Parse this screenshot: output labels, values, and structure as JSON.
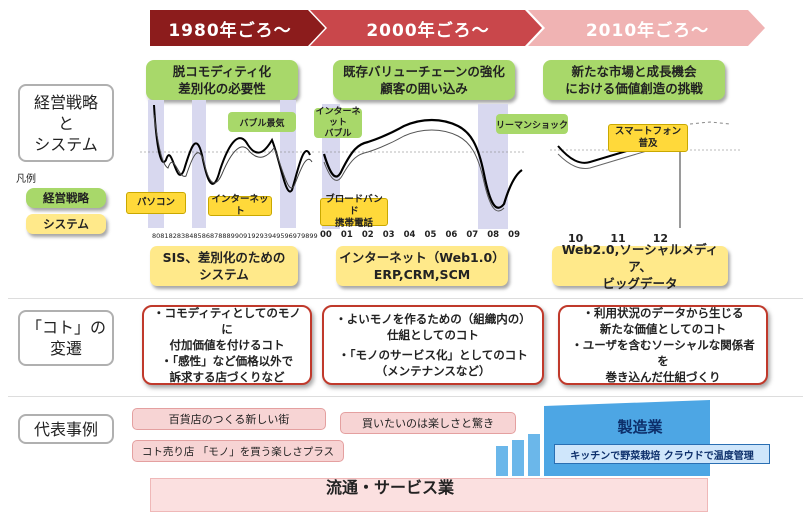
{
  "eras": [
    "1980年ごろ～",
    "2000年ごろ～",
    "2010年ごろ～"
  ],
  "rows": {
    "strategy": [
      "経営戦略",
      "と",
      "システム"
    ],
    "koto": [
      "「コト」の",
      "変遷"
    ],
    "examples": "代表事例"
  },
  "legend": {
    "title": "凡例",
    "strategy": "経営戦略",
    "system": "システム"
  },
  "strategy_boxes": [
    [
      "脱コモディティ化",
      "差別化の必要性"
    ],
    [
      "既存バリューチェーンの強化",
      "顧客の囲い込み"
    ],
    [
      "新たな市場と成長機会",
      "における価値創造の挑戦"
    ]
  ],
  "system_boxes": [
    [
      "SIS、差別化のための",
      "システム"
    ],
    [
      "インターネット（Web1.0）",
      "ERP,CRM,SCM"
    ],
    [
      "Web2.0,ソーシャルメディア、",
      "ビッグデータ"
    ]
  ],
  "chart_events": {
    "bubble": "バブル景気",
    "pc": "パソコン",
    "internet": "インターネット",
    "net_bubble": [
      "インターネット",
      "バブル"
    ],
    "broadband": [
      "ブロードバンド",
      "携帯電話"
    ],
    "lehman": "リーマンショック",
    "smartphone": [
      "スマートフォン",
      "普及"
    ]
  },
  "chart_ticks": {
    "era1": [
      "80",
      "81",
      "82",
      "83",
      "84",
      "85",
      "86",
      "87",
      "88",
      "89",
      "90",
      "91",
      "92",
      "93",
      "94",
      "95",
      "96",
      "97",
      "98",
      "99"
    ],
    "era2": [
      "00",
      "01",
      "02",
      "03",
      "04",
      "05",
      "06",
      "07",
      "08",
      "09"
    ],
    "era3": [
      "10",
      "11",
      "12"
    ]
  },
  "koto_boxes": [
    [
      "・コモディティとしてのモノに",
      "付加価値を付けるコト",
      "",
      "・「感性」など価格以外で",
      "訴求する店づくりなど"
    ],
    [
      "・よいモノを作るための（組織内の）",
      "仕組としてのコト",
      "",
      "・「モノのサービス化」としてのコト",
      "（メンテナンスなど）"
    ],
    [
      "・利用状況のデータから生じる",
      "新たな価値としてのコト",
      "",
      "・ユーザを含むソーシャルな関係者を",
      "巻き込んだ仕組づくり"
    ]
  ],
  "examples": {
    "dept_store": "百貨店のつくる新しい街",
    "koto_shop": "コト売り店 「モノ」を買う楽しさプラス",
    "wanted": "買いたいのは楽しさと驚き",
    "manufacturing": "製造業",
    "kitchen": "キッチンで野菜栽培 クラウドで温度管理",
    "retail": "流通・サービス業"
  },
  "colors": {
    "era1": "#8c1c1c",
    "era2": "#c24a4a",
    "era3": "#f2b6b6",
    "green": "#a8d86a",
    "yellow": "#ffe98a",
    "manufacturing": "#5aaee6"
  }
}
